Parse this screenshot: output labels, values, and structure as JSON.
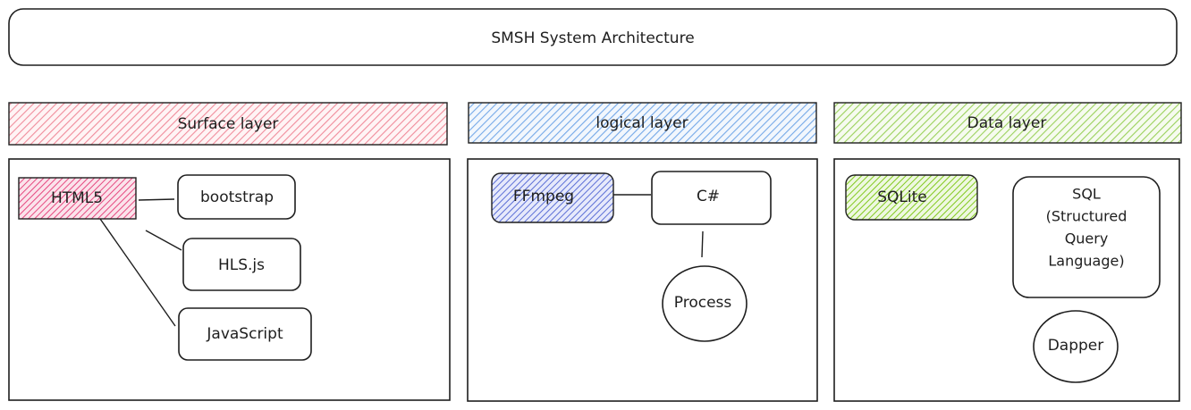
{
  "title": "SMSH System Architecture",
  "layers": {
    "surface": {
      "label": "Surface layer",
      "color": "#f08c9b",
      "items": {
        "html5": "HTML5",
        "bootstrap": "bootstrap",
        "hlsjs": "HLS.js",
        "javascript": "JavaScript"
      },
      "html5_color": "#e64980"
    },
    "logical": {
      "label": "logical layer",
      "color": "#74a8e8",
      "items": {
        "ffmpeg": "FFmpeg",
        "csharp": "C#",
        "process": "Process"
      },
      "ffmpeg_color": "#5c6fd6"
    },
    "data": {
      "label": "Data layer",
      "color": "#9bd15c",
      "items": {
        "sqlite": "SQLite",
        "sql_line1": "SQL",
        "sql_line2": "(Structured",
        "sql_line3": "Query",
        "sql_line4": "Language)",
        "dapper": "Dapper"
      },
      "sqlite_color": "#82c91e"
    }
  }
}
